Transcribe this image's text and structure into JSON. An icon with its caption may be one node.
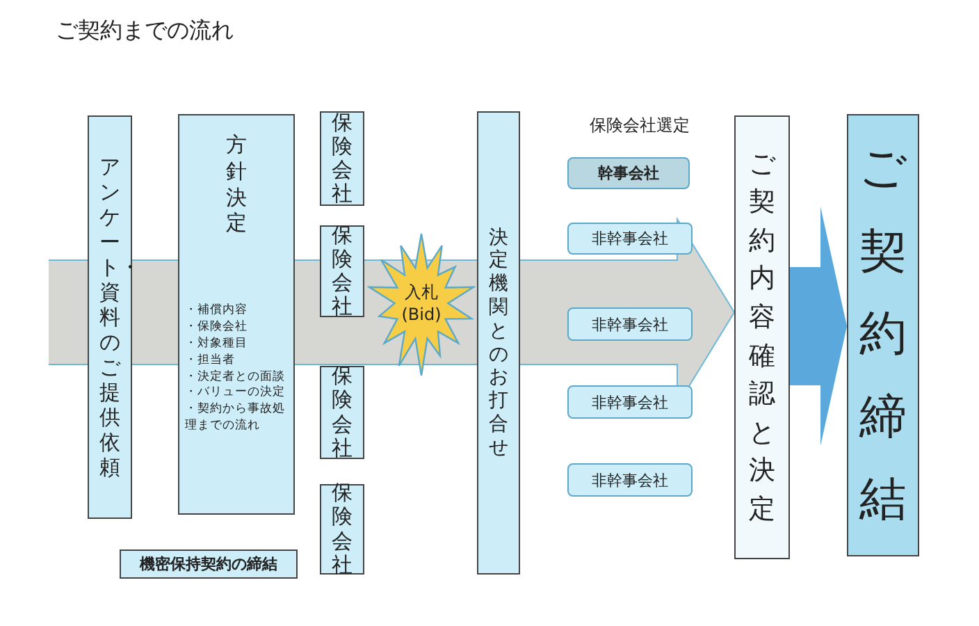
{
  "diagram": {
    "title": "ご契約までの流れ",
    "nodes": [
      {
        "text": [
          "アンケート・資料のご提供依頼"
        ]
      },
      {
        "text": [
          "方針決定",
          "・補償内容",
          "・保険会社",
          "・対象種目",
          "・担当者",
          "・決定者との面談",
          "・バリューの決定",
          "・契約から事故処理までの流れ"
        ]
      },
      {
        "text": [
          "保険会社"
        ]
      },
      {
        "text": [
          "保険会社"
        ]
      },
      {
        "text": [
          "保険会社"
        ]
      },
      {
        "text": [
          "保険会社"
        ]
      },
      {
        "text": [
          "入札 (Bid)"
        ]
      },
      {
        "text": [
          "決定機関とのお打合せ"
        ]
      },
      {
        "text": [
          "幹事会社"
        ]
      },
      {
        "text": [
          "非幹事会社"
        ]
      },
      {
        "text": [
          "非幹事会社"
        ]
      },
      {
        "text": [
          "非幹事会社"
        ]
      },
      {
        "text": [
          "非幹事会社"
        ]
      },
      {
        "text": [
          "ご契約内容確認と決定"
        ]
      },
      {
        "text": [
          "ご契約締結"
        ]
      },
      {
        "text": [
          "機密保持契約の締結"
        ]
      }
    ],
    "edges": [
      {
        "from": null,
        "to": 13,
        "arrow": "to",
        "style": "thick",
        "color": "#d6d6d2"
      },
      {
        "from": 13,
        "to": 14,
        "arrow": "to",
        "style": "thick",
        "color": "#5ba9dc"
      }
    ],
    "labels": [
      "保険会社選定"
    ]
  }
}
